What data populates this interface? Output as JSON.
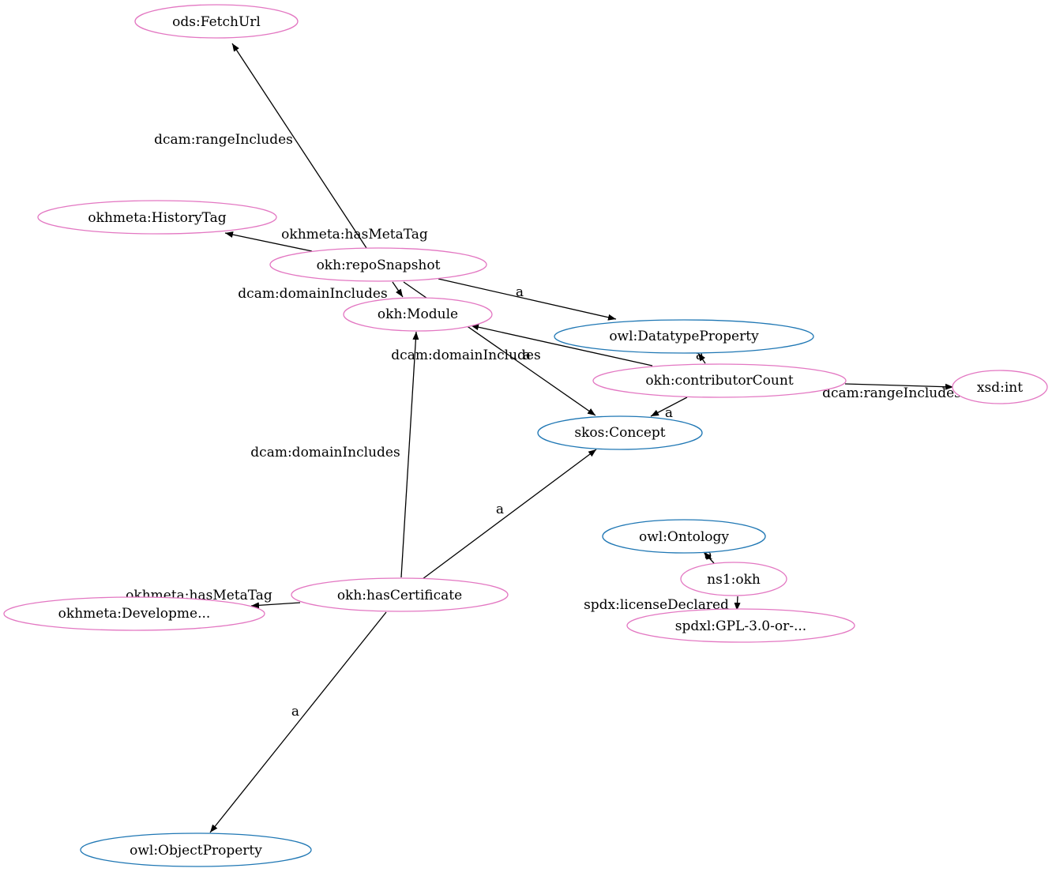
{
  "graph": {
    "colors": {
      "class_stroke": "#1f77b4",
      "instance_stroke": "#e377c2",
      "edge": "#000000",
      "background": "#ffffff"
    },
    "nodes": [
      {
        "id": "fetchurl",
        "label": "ods:FetchUrl",
        "kind": "instance"
      },
      {
        "id": "historytag",
        "label": "okhmeta:HistoryTag",
        "kind": "instance"
      },
      {
        "id": "reposnapshot",
        "label": "okh:repoSnapshot",
        "kind": "instance"
      },
      {
        "id": "module",
        "label": "okh:Module",
        "kind": "instance"
      },
      {
        "id": "datatypeproperty",
        "label": "owl:DatatypeProperty",
        "kind": "class"
      },
      {
        "id": "contributorcount",
        "label": "okh:contributorCount",
        "kind": "instance"
      },
      {
        "id": "xsdint",
        "label": "xsd:int",
        "kind": "instance"
      },
      {
        "id": "concept",
        "label": "skos:Concept",
        "kind": "class"
      },
      {
        "id": "ontology",
        "label": "owl:Ontology",
        "kind": "class"
      },
      {
        "id": "ns1okh",
        "label": "ns1:okh",
        "kind": "instance"
      },
      {
        "id": "gpl",
        "label": "spdxl:GPL-3.0-or-...",
        "kind": "instance"
      },
      {
        "id": "hascertificate",
        "label": "okh:hasCertificate",
        "kind": "instance"
      },
      {
        "id": "developme",
        "label": "okhmeta:Developme...",
        "kind": "instance"
      },
      {
        "id": "objectproperty",
        "label": "owl:ObjectProperty",
        "kind": "class"
      }
    ],
    "edges": [
      {
        "id": "e1",
        "from": "reposnapshot",
        "to": "fetchurl",
        "label": "dcam:rangeIncludes"
      },
      {
        "id": "e2",
        "from": "reposnapshot",
        "to": "historytag",
        "label": "okhmeta:hasMetaTag"
      },
      {
        "id": "e3",
        "from": "reposnapshot",
        "to": "module",
        "label": "dcam:domainIncludes"
      },
      {
        "id": "e4",
        "from": "reposnapshot",
        "to": "datatypeproperty",
        "label": "a"
      },
      {
        "id": "e5",
        "from": "reposnapshot",
        "to": "concept",
        "label": "a"
      },
      {
        "id": "e6",
        "from": "contributorcount",
        "to": "module",
        "label": "dcam:domainIncludes"
      },
      {
        "id": "e7",
        "from": "contributorcount",
        "to": "datatypeproperty",
        "label": "a"
      },
      {
        "id": "e8",
        "from": "contributorcount",
        "to": "xsdint",
        "label": "dcam:rangeIncludes"
      },
      {
        "id": "e9",
        "from": "contributorcount",
        "to": "concept",
        "label": "a"
      },
      {
        "id": "e10",
        "from": "hascertificate",
        "to": "module",
        "label": "dcam:domainIncludes"
      },
      {
        "id": "e11",
        "from": "hascertificate",
        "to": "concept",
        "label": "a"
      },
      {
        "id": "e12",
        "from": "hascertificate",
        "to": "developme",
        "label": "okhmeta:hasMetaTag"
      },
      {
        "id": "e13",
        "from": "hascertificate",
        "to": "objectproperty",
        "label": "a"
      },
      {
        "id": "e14",
        "from": "ns1okh",
        "to": "ontology",
        "label": "a"
      },
      {
        "id": "e15",
        "from": "ns1okh",
        "to": "gpl",
        "label": "spdx:licenseDeclared"
      }
    ]
  }
}
